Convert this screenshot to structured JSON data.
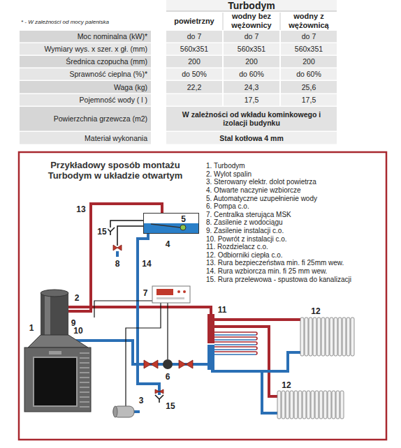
{
  "diagram": {
    "title": "Przykładowy sposób montażu Turbodym w układzie otwartym",
    "nodes": [
      {
        "text": [
          "5"
        ]
      }
    ],
    "labels": [
      "Turbodym",
      "powietrzny",
      "wodny bez wężownicy",
      "wodny z wężownicą",
      "* - W zależności od mocy paleniska",
      "Moc nominalna (kW)*",
      "do 7",
      "do 7",
      "do 7",
      "Wymiary wys. x szer. x gł. (mm)",
      "560x351",
      "560x351",
      "560x351",
      "Średnica czopucha (mm)",
      "200",
      "200",
      "200",
      "Sprawność cieplna (%)*",
      "do 50%",
      "do 60%",
      "do 60%",
      "Waga (kg)",
      "22,2",
      "24,3",
      "25,6",
      "Pojemność wody ( l )",
      "17,5",
      "17,5",
      "Powierzchnia grzewcza (m2)",
      "W zależności od wkładu kominkowego i izolacji budynku",
      "Materiał wykonania",
      "Stal kotłowa 4 mm",
      "1. Turbodym",
      "2. Wylot spalin",
      "3. Sterowany elektr. dolot powietrza",
      "4. Otwarte naczynie wzbiorcze",
      "5. Automatyczne uzupełnienie wody",
      "6. Pompa c.o.",
      "7. Centralka sterująca MSK",
      "8. Zasilenie z wodociągu",
      "9. Zasilenie instalacji c.o.",
      "10. Powrót z instalacji c.o.",
      "11. Rozdzielacz c.o.",
      "12. Odbiorniki ciepła c.o.",
      "13. Rura bezpieczeństwa min. fi 25mm wew.",
      "14. Rura wzbiorcza min. fi 25 mm wew.",
      "15. Rura przelewowa - spustowa do kanalizacji",
      "13",
      "15",
      "8",
      "14",
      "4",
      "7",
      "2",
      "1",
      "9",
      "10",
      "11",
      "6",
      "12",
      "12",
      "3",
      "15"
    ]
  }
}
